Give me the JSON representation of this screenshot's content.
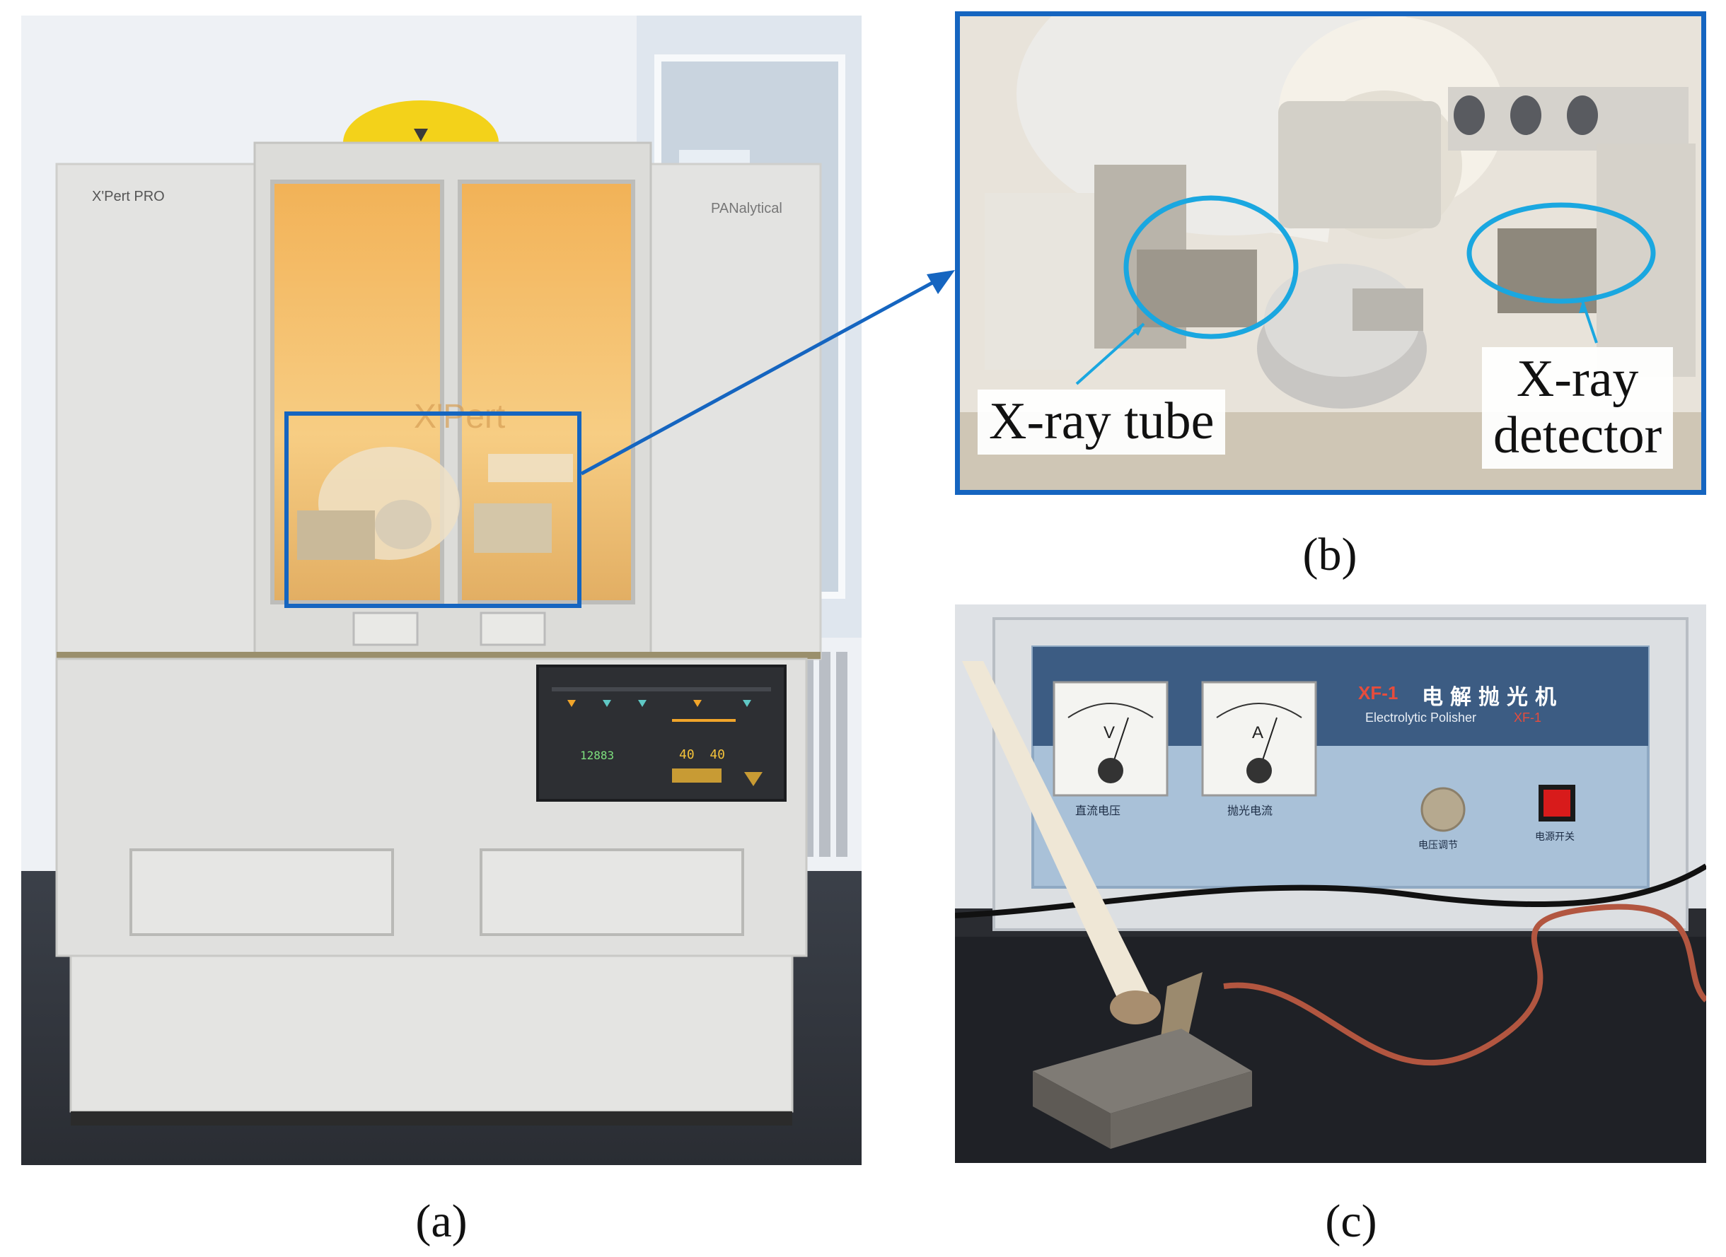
{
  "captions": {
    "a": "(a)",
    "b": "(b)",
    "c": "(c)"
  },
  "panel_a": {
    "brand_model": "X'Pert PRO",
    "brand_maker": "PANalytical",
    "window_logo": "X'Pert",
    "display_left": "12883",
    "display_right": "40  40"
  },
  "panel_b": {
    "tube_label": "X-ray tube",
    "detector_label_line1": "X-ray",
    "detector_label_line2": "detector"
  },
  "panel_c": {
    "model": "XF-1",
    "name_cn": "电解抛光机",
    "name_en": "Electrolytic Polisher",
    "model_small": "XF-1",
    "meter_v": "V",
    "meter_a": "A",
    "label_voltage": "直流电压",
    "label_current": "抛光电流",
    "label_knob": "电压调节",
    "label_switch": "电源开关"
  },
  "colors": {
    "highlight_blue": "#1565c0",
    "ellipse_cyan": "#1aa7e0"
  }
}
